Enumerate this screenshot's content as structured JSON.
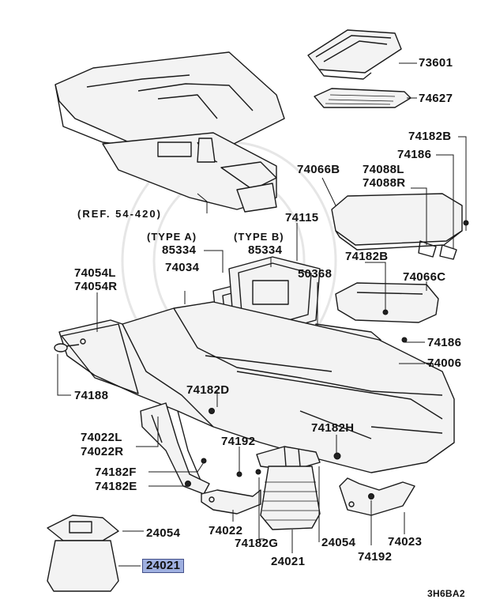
{
  "diagram": {
    "ref_label": "(REF. 54-420)",
    "type_a_label": "(TYPE A)",
    "type_b_label": "(TYPE B)",
    "code": "3H6BA2",
    "highlighted_part": "24021",
    "parts": {
      "p73601": "73601",
      "p74627": "74627",
      "p74182B_top": "74182B",
      "p74186_top": "74186",
      "p74066B": "74066B",
      "p74088L": "74088L",
      "p74088R": "74088R",
      "p74115": "74115",
      "p85334_a": "85334",
      "p85334_b": "85334",
      "p74034": "74034",
      "p74054L": "74054L",
      "p74054R": "74054R",
      "p74182B_mid": "74182B",
      "p50368": "50368",
      "p74066C": "74066C",
      "p74186_mid": "74186",
      "p74006": "74006",
      "p74188": "74188",
      "p74182D": "74182D",
      "p74182H": "74182H",
      "p74022L": "74022L",
      "p74022R": "74022R",
      "p74192_left": "74192",
      "p74182F": "74182F",
      "p74182E": "74182E",
      "p24054_left": "24054",
      "p74022": "74022",
      "p74182G": "74182G",
      "p24054_center": "24054",
      "p74023": "74023",
      "p74192_right": "74192",
      "p24021_center": "24021",
      "p24021_left": "24021"
    }
  }
}
